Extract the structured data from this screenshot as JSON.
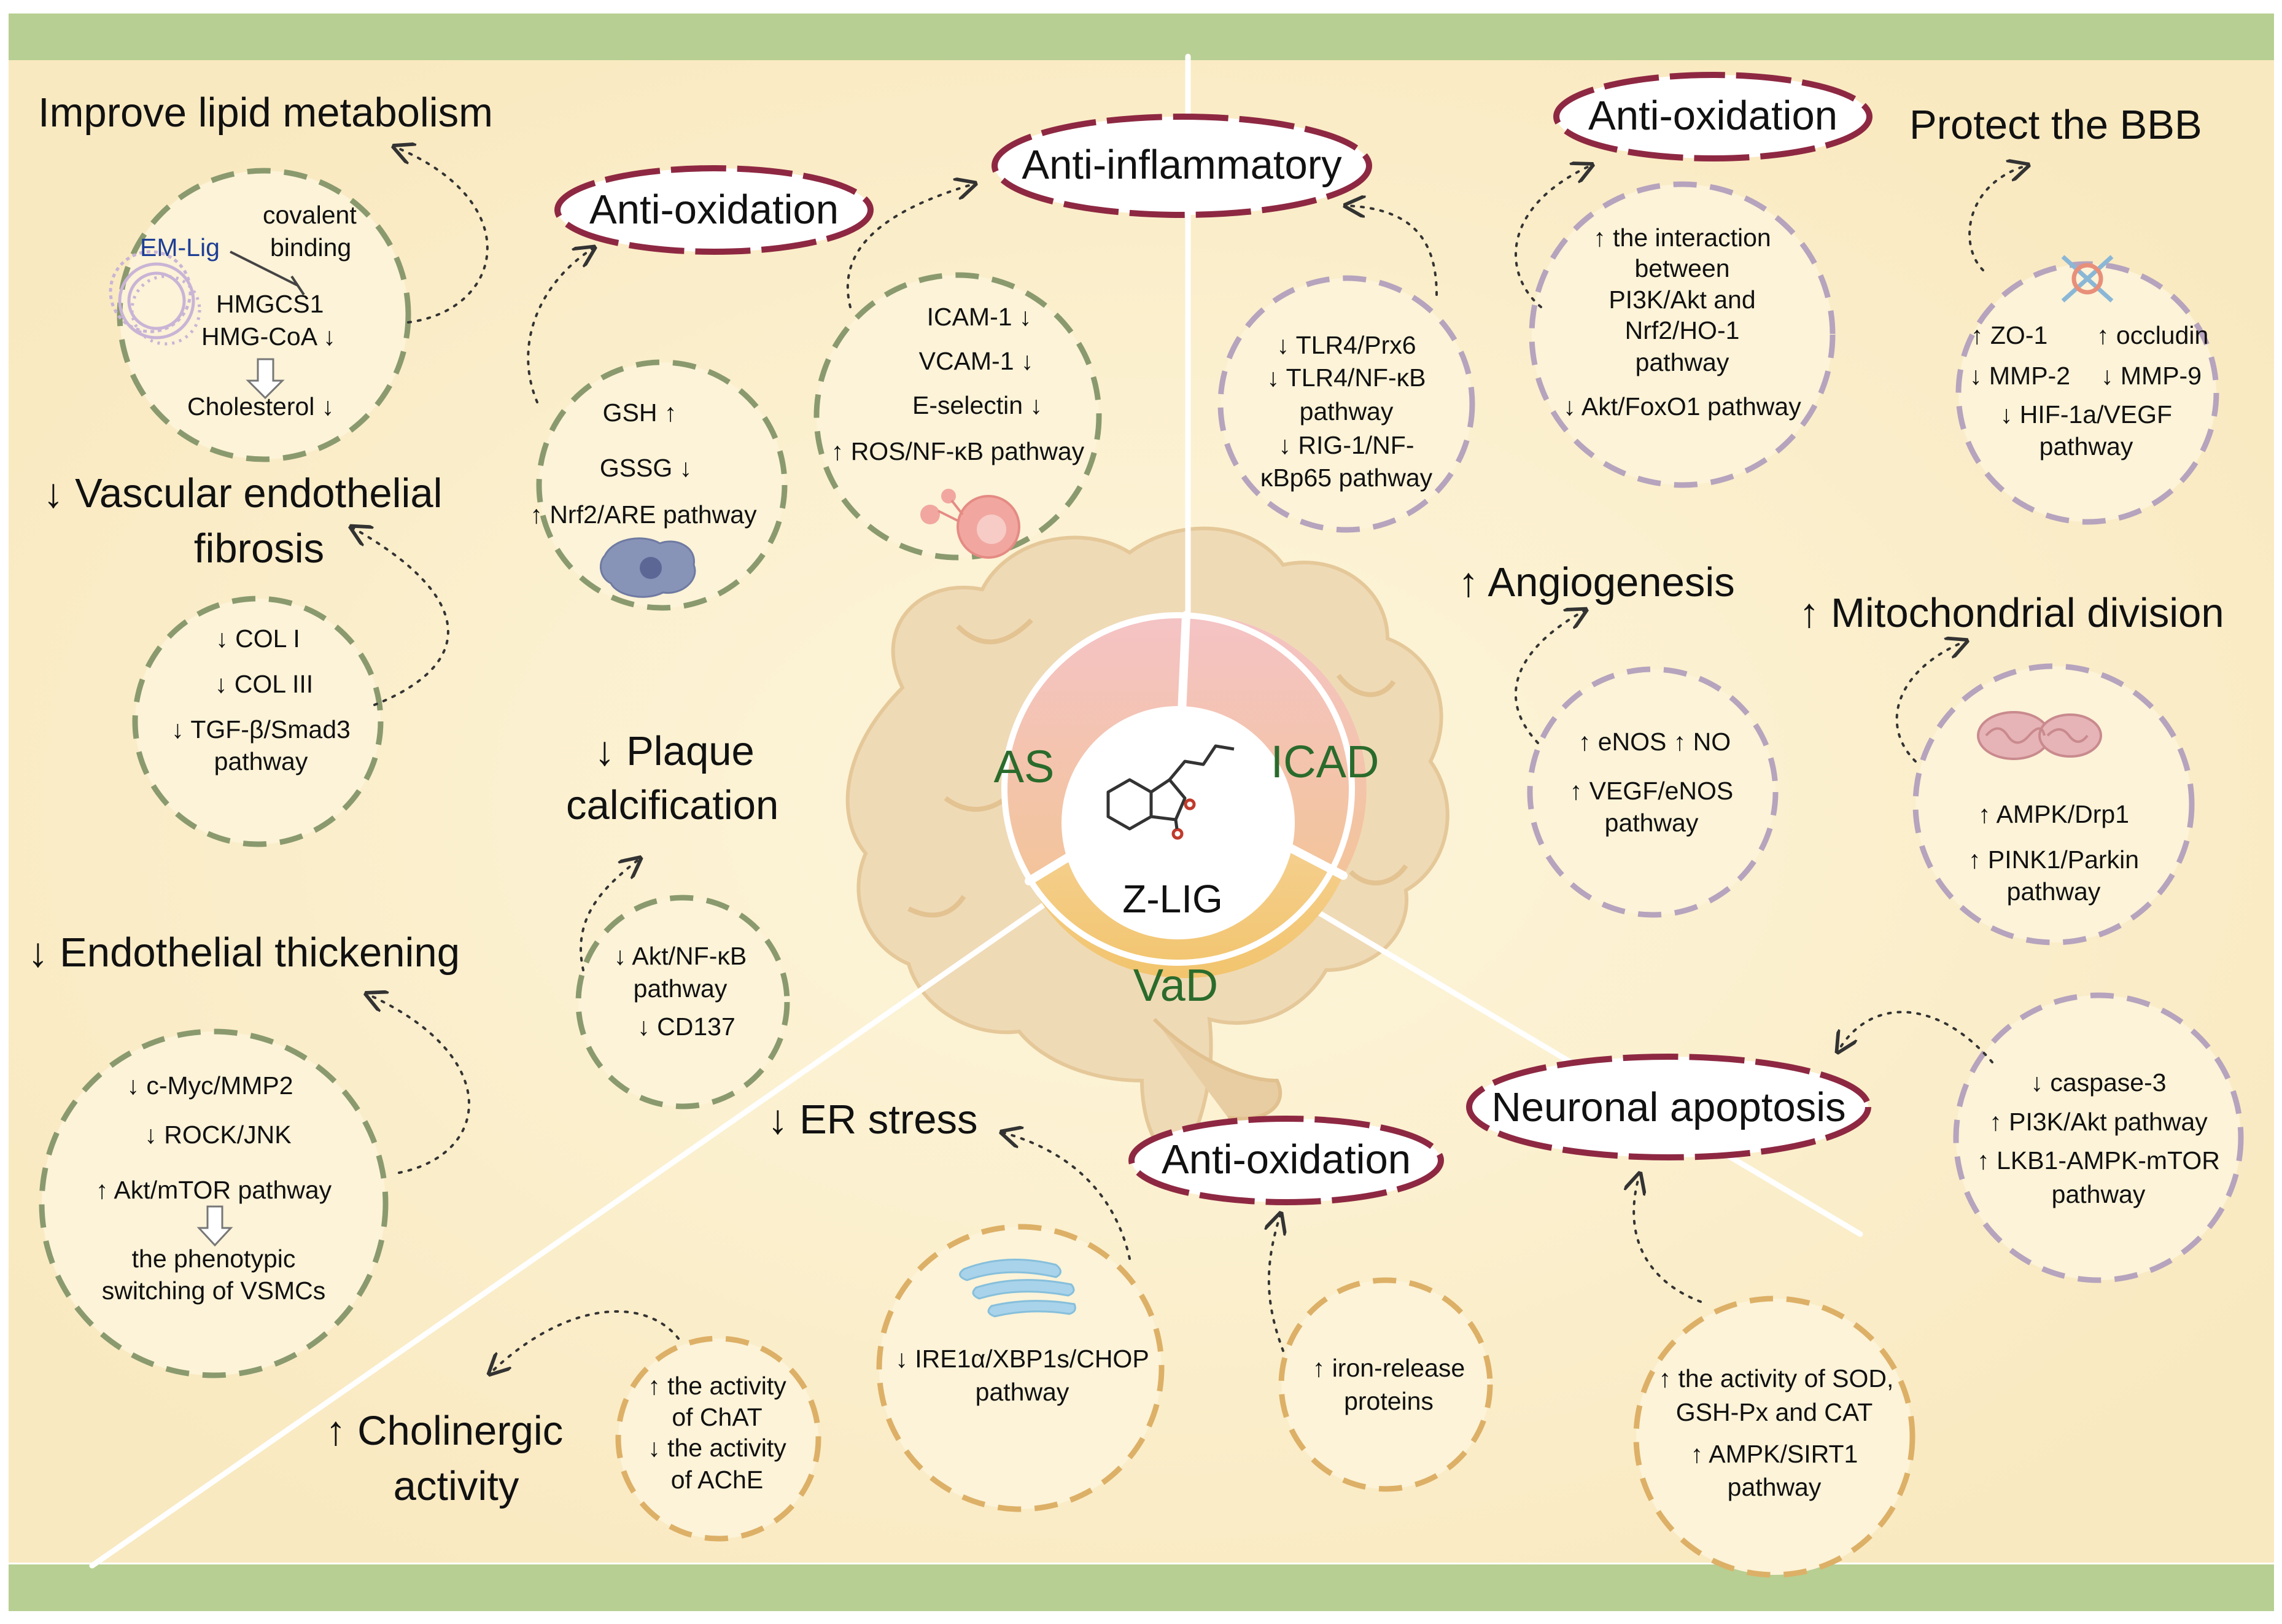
{
  "center": {
    "label": "Z-LIG"
  },
  "sectors": {
    "as": "AS",
    "icad": "ICAD",
    "vad": "VaD"
  },
  "colors": {
    "banner": "#b7cf92",
    "background": "#fbefcc",
    "sector_pink": "#f2bcbb",
    "sector_orange": "#f4c27b",
    "ellipse_border": "#8e2842",
    "circle_green": "#8a9a6e",
    "circle_purple": "#b6a3bd",
    "circle_orange": "#ddb067",
    "center_text": "#2a6b2c"
  },
  "as_region": {
    "lipid": {
      "title": "Improve lipid metabolism",
      "em_lig": "EM-Lig",
      "covalent": "covalent",
      "binding": "binding",
      "hmgcs1": "HMGCS1",
      "hmgcoa": "HMG-CoA ↓",
      "cholesterol": "Cholesterol ↓"
    },
    "antioxidation": {
      "title": "Anti-oxidation",
      "l1": "GSH ↑",
      "l2": "GSSG ↓",
      "l3": "↑ Nrf2/ARE pathway"
    },
    "fibrosis": {
      "title1": "↓ Vascular endothelial",
      "title2": "fibrosis",
      "l1": "↓ COL I",
      "l2": "↓ COL III",
      "l3": "↓ TGF-β/Smad3",
      "l4": "pathway"
    },
    "plaque": {
      "title1": "↓ Plaque",
      "title2": "calcification",
      "l1": "↓ Akt/NF-κB",
      "l2": "pathway",
      "l3": "↓ CD137"
    },
    "thickening": {
      "title": "↓ Endothelial thickening",
      "l1": "↓ c-Myc/MMP2",
      "l2": "↓ ROCK/JNK",
      "l3": "↑ Akt/mTOR pathway",
      "l4": "the phenotypic",
      "l5": "switching of VSMCs"
    }
  },
  "shared": {
    "antiinflammatory": {
      "title": "Anti-inflammatory",
      "as_l1": "ICAM-1 ↓",
      "as_l2": "VCAM-1 ↓",
      "as_l3": "E-selectin ↓",
      "as_l4": "↑ ROS/NF-κB pathway",
      "icad_l1": "↓ TLR4/Prx6",
      "icad_l2": "↓ TLR4/NF-κB",
      "icad_l3": "pathway",
      "icad_l4": "↓ RIG-1/NF-",
      "icad_l5": "κBp65 pathway"
    }
  },
  "icad_region": {
    "antioxidation": {
      "title": "Anti-oxidation",
      "l1": "↑ the interaction",
      "l2": "between",
      "l3": "PI3K/Akt and",
      "l4": "Nrf2/HO-1",
      "l5": "pathway",
      "l6": "↓ Akt/FoxO1 pathway"
    },
    "bbb": {
      "title": "Protect the BBB",
      "l1a": "↑ ZO-1",
      "l1b": "↑ occludin",
      "l2a": "↓ MMP-2",
      "l2b": "↓ MMP-9",
      "l3": "↓ HIF-1a/VEGF",
      "l4": "pathway"
    },
    "angiogenesis": {
      "title": "↑ Angiogenesis",
      "l1": "↑ eNOS   ↑ NO",
      "l2": "↑ VEGF/eNOS",
      "l3": "pathway"
    },
    "mitochondria": {
      "title": "↑ Mitochondrial division",
      "l1": "↑ AMPK/Drp1",
      "l2": "↑ PINK1/Parkin",
      "l3": "pathway"
    },
    "apoptosis": {
      "title": "Neuronal apoptosis",
      "l1": "↓ caspase-3",
      "l2": "↑ PI3K/Akt pathway",
      "l3": "↑ LKB1-AMPK-mTOR",
      "l4": "pathway"
    }
  },
  "vad_region": {
    "er": {
      "title": "↓ ER stress",
      "l1": "↓ IRE1α/XBP1s/CHOP",
      "l2": "pathway"
    },
    "cholinergic": {
      "title1": "↑ Cholinergic",
      "title2": "activity",
      "l1": "↑ the activity",
      "l2": "of ChAT",
      "l3": "↓ the activity",
      "l4": "of AChE"
    },
    "antioxidation": {
      "title": "Anti-oxidation",
      "l1": "↑ iron-release",
      "l2": "proteins"
    },
    "apoptosis": {
      "l1": "↑ the activity of SOD,",
      "l2": "GSH-Px and CAT",
      "l3": "↑ AMPK/SIRT1",
      "l4": "pathway"
    }
  }
}
